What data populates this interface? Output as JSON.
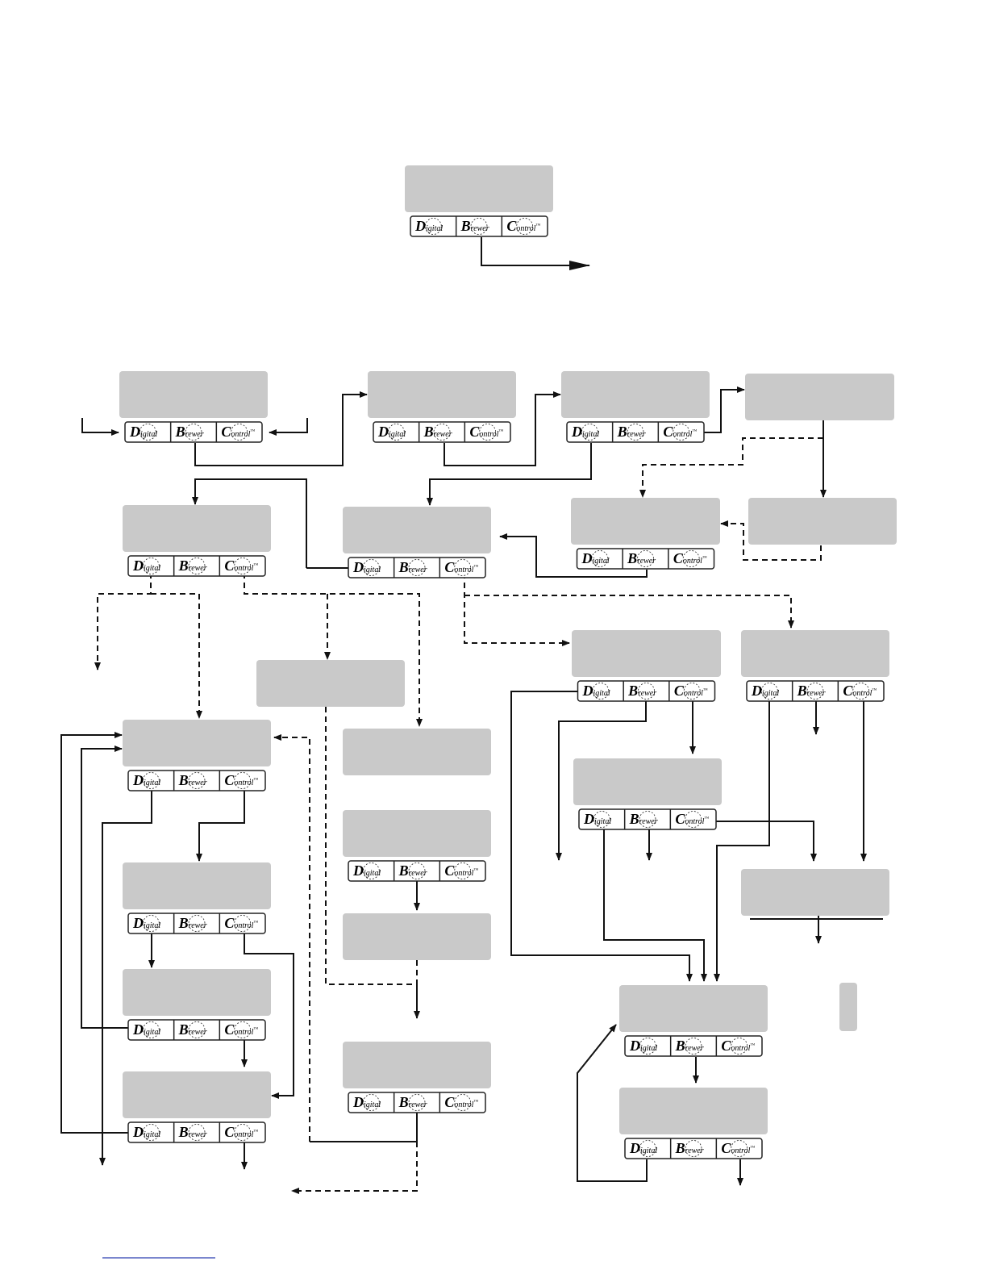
{
  "keypad": {
    "digital": {
      "cap": "D",
      "rest": "igital"
    },
    "brewer": {
      "cap": "B",
      "rest": "rewer"
    },
    "control": {
      "cap": "C",
      "rest": "ontrol",
      "mark": "™"
    }
  },
  "screens": [
    {
      "id": "top",
      "has_keypad": true
    },
    {
      "id": "row1-a",
      "has_keypad": true
    },
    {
      "id": "row1-b",
      "has_keypad": true
    },
    {
      "id": "row1-c",
      "has_keypad": true
    },
    {
      "id": "row1-d",
      "has_keypad": false
    },
    {
      "id": "row2-a",
      "has_keypad": true
    },
    {
      "id": "row2-b",
      "has_keypad": true
    },
    {
      "id": "row2-c",
      "has_keypad": true
    },
    {
      "id": "row2-d",
      "has_keypad": false
    },
    {
      "id": "mid-plain",
      "has_keypad": false
    },
    {
      "id": "row3-c",
      "has_keypad": true
    },
    {
      "id": "row3-d",
      "has_keypad": true
    },
    {
      "id": "left-1",
      "has_keypad": true
    },
    {
      "id": "mid-1",
      "has_keypad": false
    },
    {
      "id": "right-1",
      "has_keypad": true
    },
    {
      "id": "mid-2",
      "has_keypad": true
    },
    {
      "id": "left-2",
      "has_keypad": true
    },
    {
      "id": "far-right-1",
      "has_keypad": false
    },
    {
      "id": "mid-3",
      "has_keypad": false
    },
    {
      "id": "left-3",
      "has_keypad": true
    },
    {
      "id": "right-2",
      "has_keypad": true
    },
    {
      "id": "left-4",
      "has_keypad": true
    },
    {
      "id": "mid-4",
      "has_keypad": true
    },
    {
      "id": "right-3",
      "has_keypad": true
    },
    {
      "id": "small-indicator",
      "has_keypad": false
    }
  ],
  "colors": {
    "lcd": "#c9c9c9",
    "line": "#111111",
    "footer_rule": "#2a3fb0"
  }
}
